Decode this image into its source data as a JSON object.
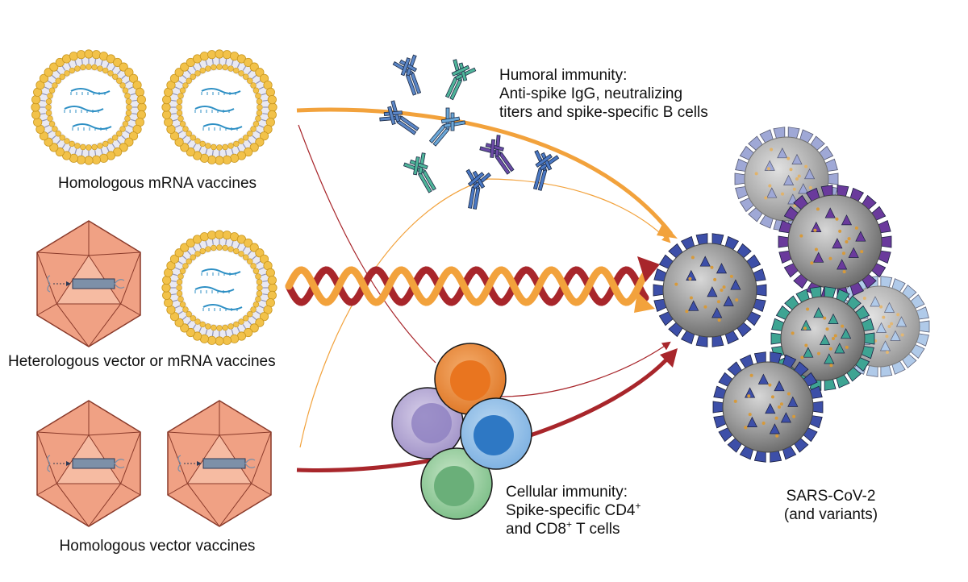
{
  "vaccines": {
    "homologous_mrna": "Homologous mRNA vaccines",
    "heterologous": "Heterologous vector or mRNA vaccines",
    "homologous_vector": "Homologous vector vaccines"
  },
  "humoral": {
    "line1": "Humoral immunity:",
    "line2": "Anti-spike IgG, neutralizing",
    "line3": "titers and spike-specific B cells"
  },
  "cellular": {
    "line1": "Cellular immunity:",
    "line2_text": "Spike-specific CD4",
    "line2_sup": "+",
    "line3_a": "and CD8",
    "line3_sup": "+",
    "line3_b": " T cells"
  },
  "virus": {
    "line1": "SARS-CoV-2",
    "line2": "(and variants)"
  },
  "colors": {
    "orange_arrow": "#f2a23c",
    "red_arrow": "#a8262b",
    "lipid_head": "#f2c24a",
    "vector_face": "#e9866a",
    "virus_blue": "#3d4fa8",
    "virus_purple": "#6a3a9c",
    "virus_teal": "#3ea493"
  }
}
